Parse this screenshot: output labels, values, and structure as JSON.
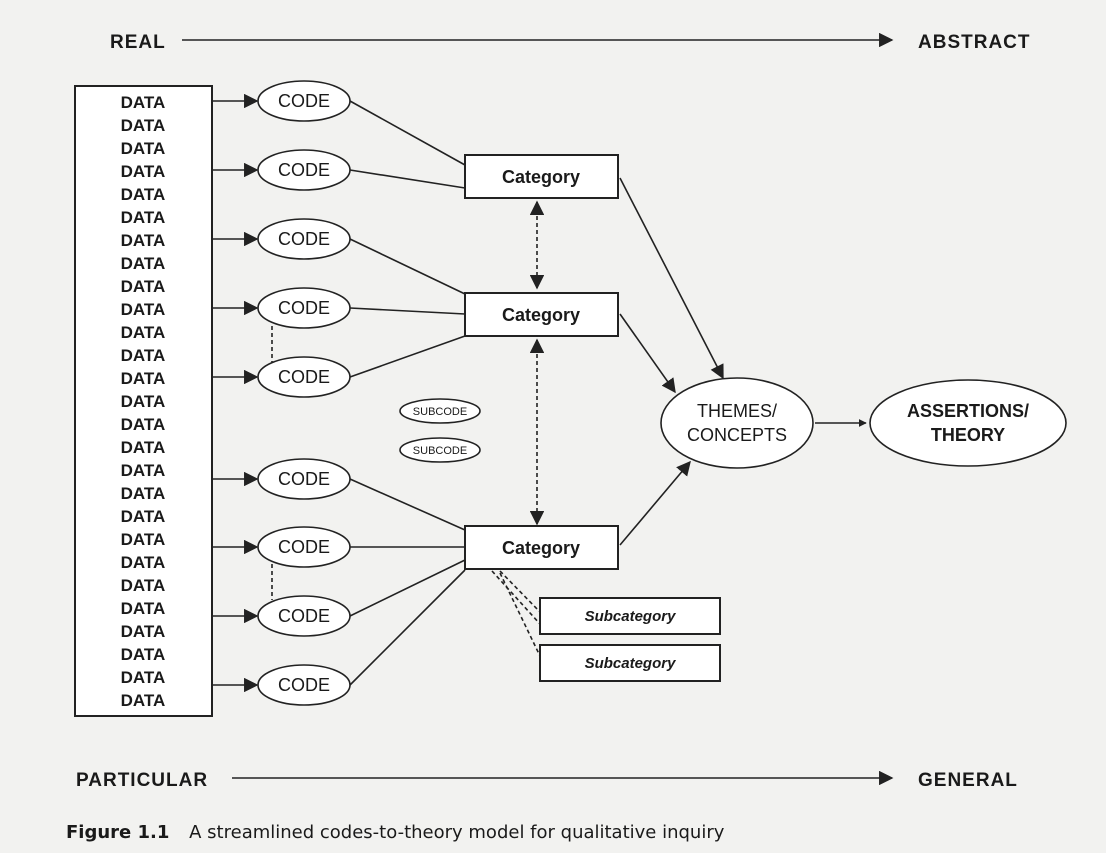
{
  "axes": {
    "top_left": "REAL",
    "top_right": "ABSTRACT",
    "bottom_left": "PARTICULAR",
    "bottom_right": "GENERAL"
  },
  "data_items": [
    "DATA",
    "DATA",
    "DATA",
    "DATA",
    "DATA",
    "DATA",
    "DATA",
    "DATA",
    "DATA",
    "DATA",
    "DATA",
    "DATA",
    "DATA",
    "DATA",
    "DATA",
    "DATA",
    "DATA",
    "DATA",
    "DATA",
    "DATA",
    "DATA",
    "DATA",
    "DATA",
    "DATA",
    "DATA",
    "DATA",
    "DATA"
  ],
  "codes": [
    "CODE",
    "CODE",
    "CODE",
    "CODE",
    "CODE",
    "CODE",
    "CODE",
    "CODE",
    "CODE"
  ],
  "subcodes": [
    "SUBCODE",
    "SUBCODE"
  ],
  "categories": [
    "Category",
    "Category",
    "Category"
  ],
  "subcategories": [
    "Subcategory",
    "Subcategory"
  ],
  "themes": {
    "line1": "THEMES/",
    "line2": "CONCEPTS"
  },
  "assertions": {
    "line1": "ASSERTIONS/",
    "line2": "THEORY"
  },
  "caption": {
    "label": "Figure 1.1",
    "text": "A streamlined codes-to-theory model for qualitative inquiry"
  }
}
